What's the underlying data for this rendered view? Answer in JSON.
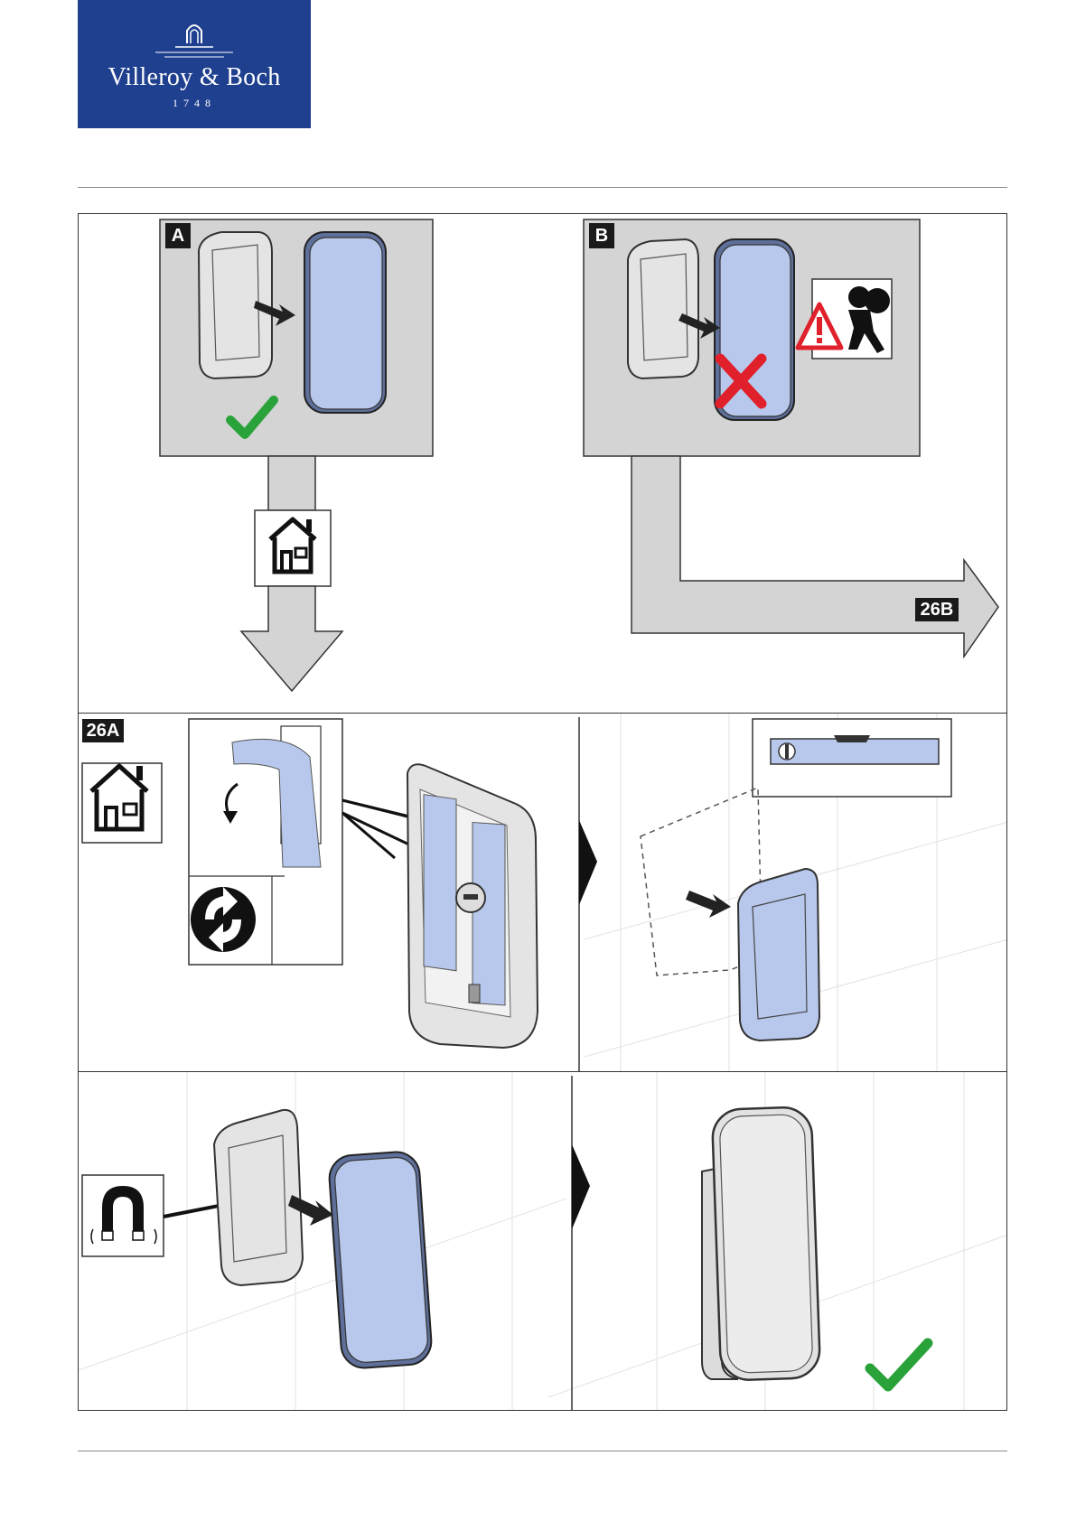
{
  "header": {
    "brand_name": "Villeroy & Boch",
    "brand_year": "1748"
  },
  "top_panel": {
    "option_a_label": "A",
    "option_b_label": "B",
    "next_step_label": "26B",
    "icons": [
      "check-icon",
      "house-icon",
      "warning-icon",
      "thief-icon",
      "cross-icon",
      "arrow-icon"
    ]
  },
  "step_26a": {
    "step_label": "26A",
    "icons": [
      "house-icon",
      "rotate-arrow-icon",
      "green-dot-recycling-icon",
      "spirit-level-icon"
    ]
  },
  "bottom_panel": {
    "icons": [
      "magnet-icon",
      "check-icon"
    ]
  },
  "colors": {
    "brand_blue": "#1f3f8f",
    "device_blue": "#b8c8ec",
    "grey_panel": "#d0d0d0",
    "check_green": "#2aa23a",
    "cross_red": "#e0202a"
  }
}
